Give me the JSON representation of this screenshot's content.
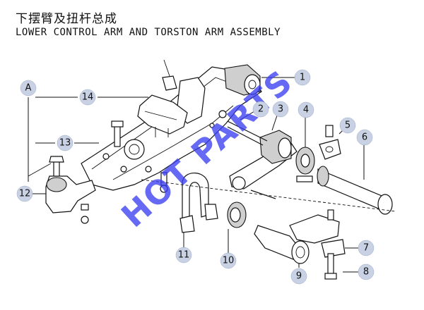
{
  "title_cn": "下摆臂及扭杆总成",
  "title_en": "LOWER CONTROL ARM AND TORSTON ARM ASSEMBLY",
  "watermark": "HOT PARTS",
  "callouts": [
    "1",
    "2",
    "3",
    "4",
    "5",
    "6",
    "7",
    "8",
    "9",
    "10",
    "11",
    "12",
    "13",
    "14",
    "A"
  ],
  "colors": {
    "callout_fill": "#c9d2e4",
    "watermark": "#3a3ff0"
  }
}
